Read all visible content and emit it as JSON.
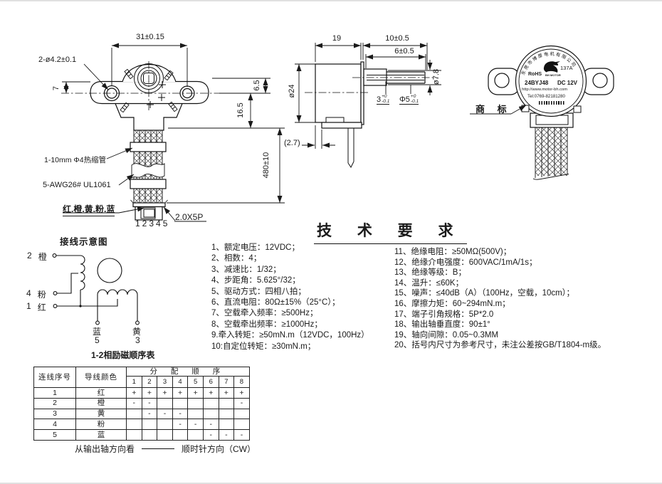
{
  "front_view": {
    "dims": {
      "mount_width": "31±0.15",
      "holes": "2-ø4.2±0.1",
      "offset_left": "7",
      "offset_right": "6.5",
      "gearbox_height": "16.5",
      "cable_length": "480±10"
    },
    "labels": {
      "heat_shrink": "1-10mm Φ4热缩管",
      "wire_spec": "5-AWG26# UL1061",
      "wire_colors": "红.橙.黄.粉.蓝",
      "connector": "2.0X5P",
      "pins": "12345"
    }
  },
  "side_view": {
    "dims": {
      "body_length": "19",
      "shaft_total": "10±0.5",
      "flat_length": "6±0.5",
      "body_dia": "ø24",
      "boss_dia": "ø7.8",
      "ref": "(2.7)",
      "flat_tol": {
        "value": "3",
        "plus": "+0",
        "minus": "-0.1"
      },
      "shaft_tol": {
        "value": "Φ5",
        "plus": "+0",
        "minus": "-0.1"
      }
    }
  },
  "back_view": {
    "trademark": "商 标",
    "label": {
      "company": "东莞市博厚电机有限公司",
      "rohs": "RoHS",
      "logo_code": "137A",
      "logo_sub": "BH MOTOR",
      "model": "24BYJ48",
      "voltage": "DC 12V",
      "url": "http://www.motor-bh.com",
      "tel": "Tel:0769-82181280"
    }
  },
  "wiring": {
    "title": "接线示意图",
    "caption": "1-2相励磁顺序表",
    "terminals": [
      {
        "num": "2",
        "color": "橙"
      },
      {
        "num": "4",
        "color": "粉"
      },
      {
        "num": "1",
        "color": "红"
      },
      {
        "num": "5",
        "color": "蓝"
      },
      {
        "num": "3",
        "color": "黄"
      }
    ]
  },
  "tech": {
    "title": "技 术 要 求",
    "left": [
      "1、额定电压：12VDC；",
      "2、相数：4；",
      "3、减速比：1/32；",
      "4、步距角：5.625°/32；",
      "5、驱动方式：四相八拍；",
      "6、直流电阻：80Ω±15%（25°C）；",
      "7、空载牵入频率：≥500Hz；",
      "8、空载牵出频率：≥1000Hz；",
      "9.牵入转矩：≥50mN.m（12VDC，100Hz）",
      "10:自定位转矩：≥30mN.m；"
    ],
    "right": [
      "11、绝缘电阻：≥50MΩ(500V)；",
      "12、绝缘介电强度：600VAC/1mA/1s；",
      "13、绝缘等级：B；",
      "14、温升：≤60K；",
      "15、噪声：≤40dB（A）（100Hz，空载，10cm）；",
      "16、摩擦力矩：60~294mN.m；",
      "17、端子引角规格：5P*2.0",
      "18、输出轴垂直度：90±1°",
      "19、轴向间隙：0.05~0.3MM",
      "20、括号内尺寸为参考尺寸，未注公差按GB/T1804-m级。"
    ]
  },
  "table": {
    "col1": "连线序号",
    "col2": "导线颜色",
    "seq_header": "分 配 顺 序",
    "steps": [
      "1",
      "2",
      "3",
      "4",
      "5",
      "6",
      "7",
      "8"
    ],
    "rows": [
      {
        "num": "1",
        "color": "红",
        "cells": [
          "+",
          "+",
          "+",
          "+",
          "+",
          "+",
          "+",
          "+"
        ]
      },
      {
        "num": "2",
        "color": "橙",
        "cells": [
          "-",
          "-",
          "",
          "",
          "",
          "",
          "",
          "-"
        ]
      },
      {
        "num": "3",
        "color": "黄",
        "cells": [
          "",
          "-",
          "-",
          "-",
          "",
          "",
          "",
          ""
        ]
      },
      {
        "num": "4",
        "color": "粉",
        "cells": [
          "",
          "",
          "",
          "-",
          "-",
          "-",
          "",
          ""
        ]
      },
      {
        "num": "5",
        "color": "蓝",
        "cells": [
          "",
          "",
          "",
          "",
          "",
          "-",
          "-",
          "-"
        ]
      }
    ],
    "footer_left": "从输出轴方向看",
    "footer_right": "顺时针方向（CW）"
  }
}
